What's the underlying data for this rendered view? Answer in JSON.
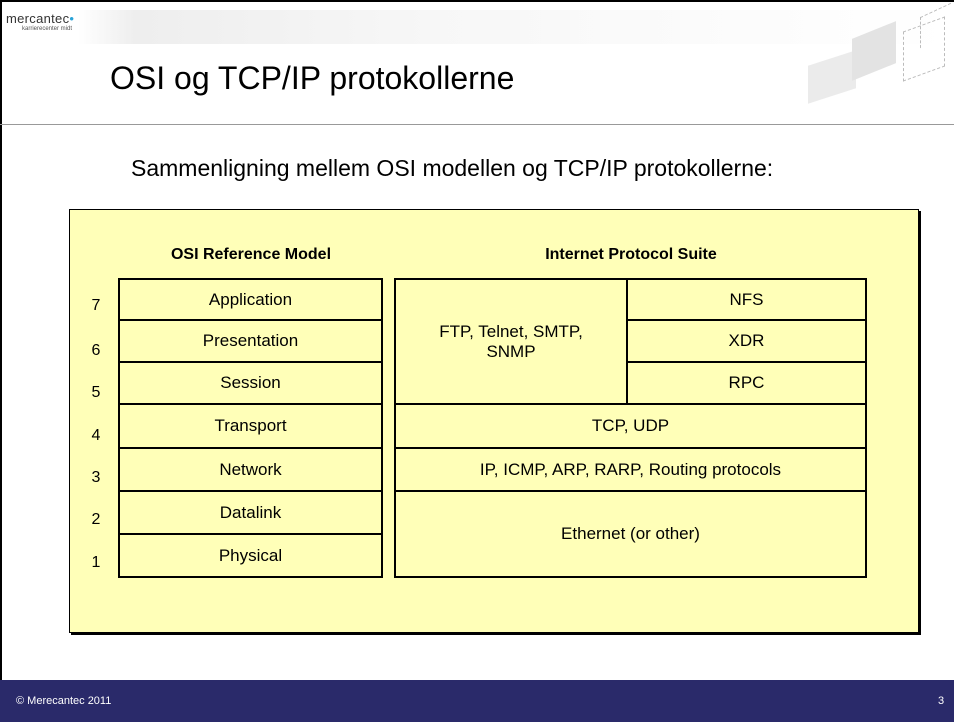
{
  "logo": {
    "name": "mercantec",
    "subtitle": "karrierecenter midt"
  },
  "title": "OSI og TCP/IP protokollerne",
  "subtitle": "Sammenligning mellem OSI modellen og TCP/IP protokollerne:",
  "osi": {
    "heading": "OSI Reference Model",
    "layers": [
      {
        "number": "7",
        "name": "Application"
      },
      {
        "number": "6",
        "name": "Presentation"
      },
      {
        "number": "5",
        "name": "Session"
      },
      {
        "number": "4",
        "name": "Transport"
      },
      {
        "number": "3",
        "name": "Network"
      },
      {
        "number": "2",
        "name": "Datalink"
      },
      {
        "number": "1",
        "name": "Physical"
      }
    ]
  },
  "ips": {
    "heading": "Internet Protocol Suite",
    "app_protocols": "FTP, Telnet, SMTP, SNMP",
    "nfs": "NFS",
    "xdr": "XDR",
    "rpc": "RPC",
    "transport": "TCP, UDP",
    "network": "IP, ICMP, ARP, RARP, Routing protocols",
    "link": "Ethernet (or other)"
  },
  "footer": {
    "copyright": "© Merecantec 2011",
    "page": "3"
  },
  "colors": {
    "panel": "#ffffb8",
    "footer": "#2a2a6a",
    "logo_dot": "#29a3d8"
  }
}
